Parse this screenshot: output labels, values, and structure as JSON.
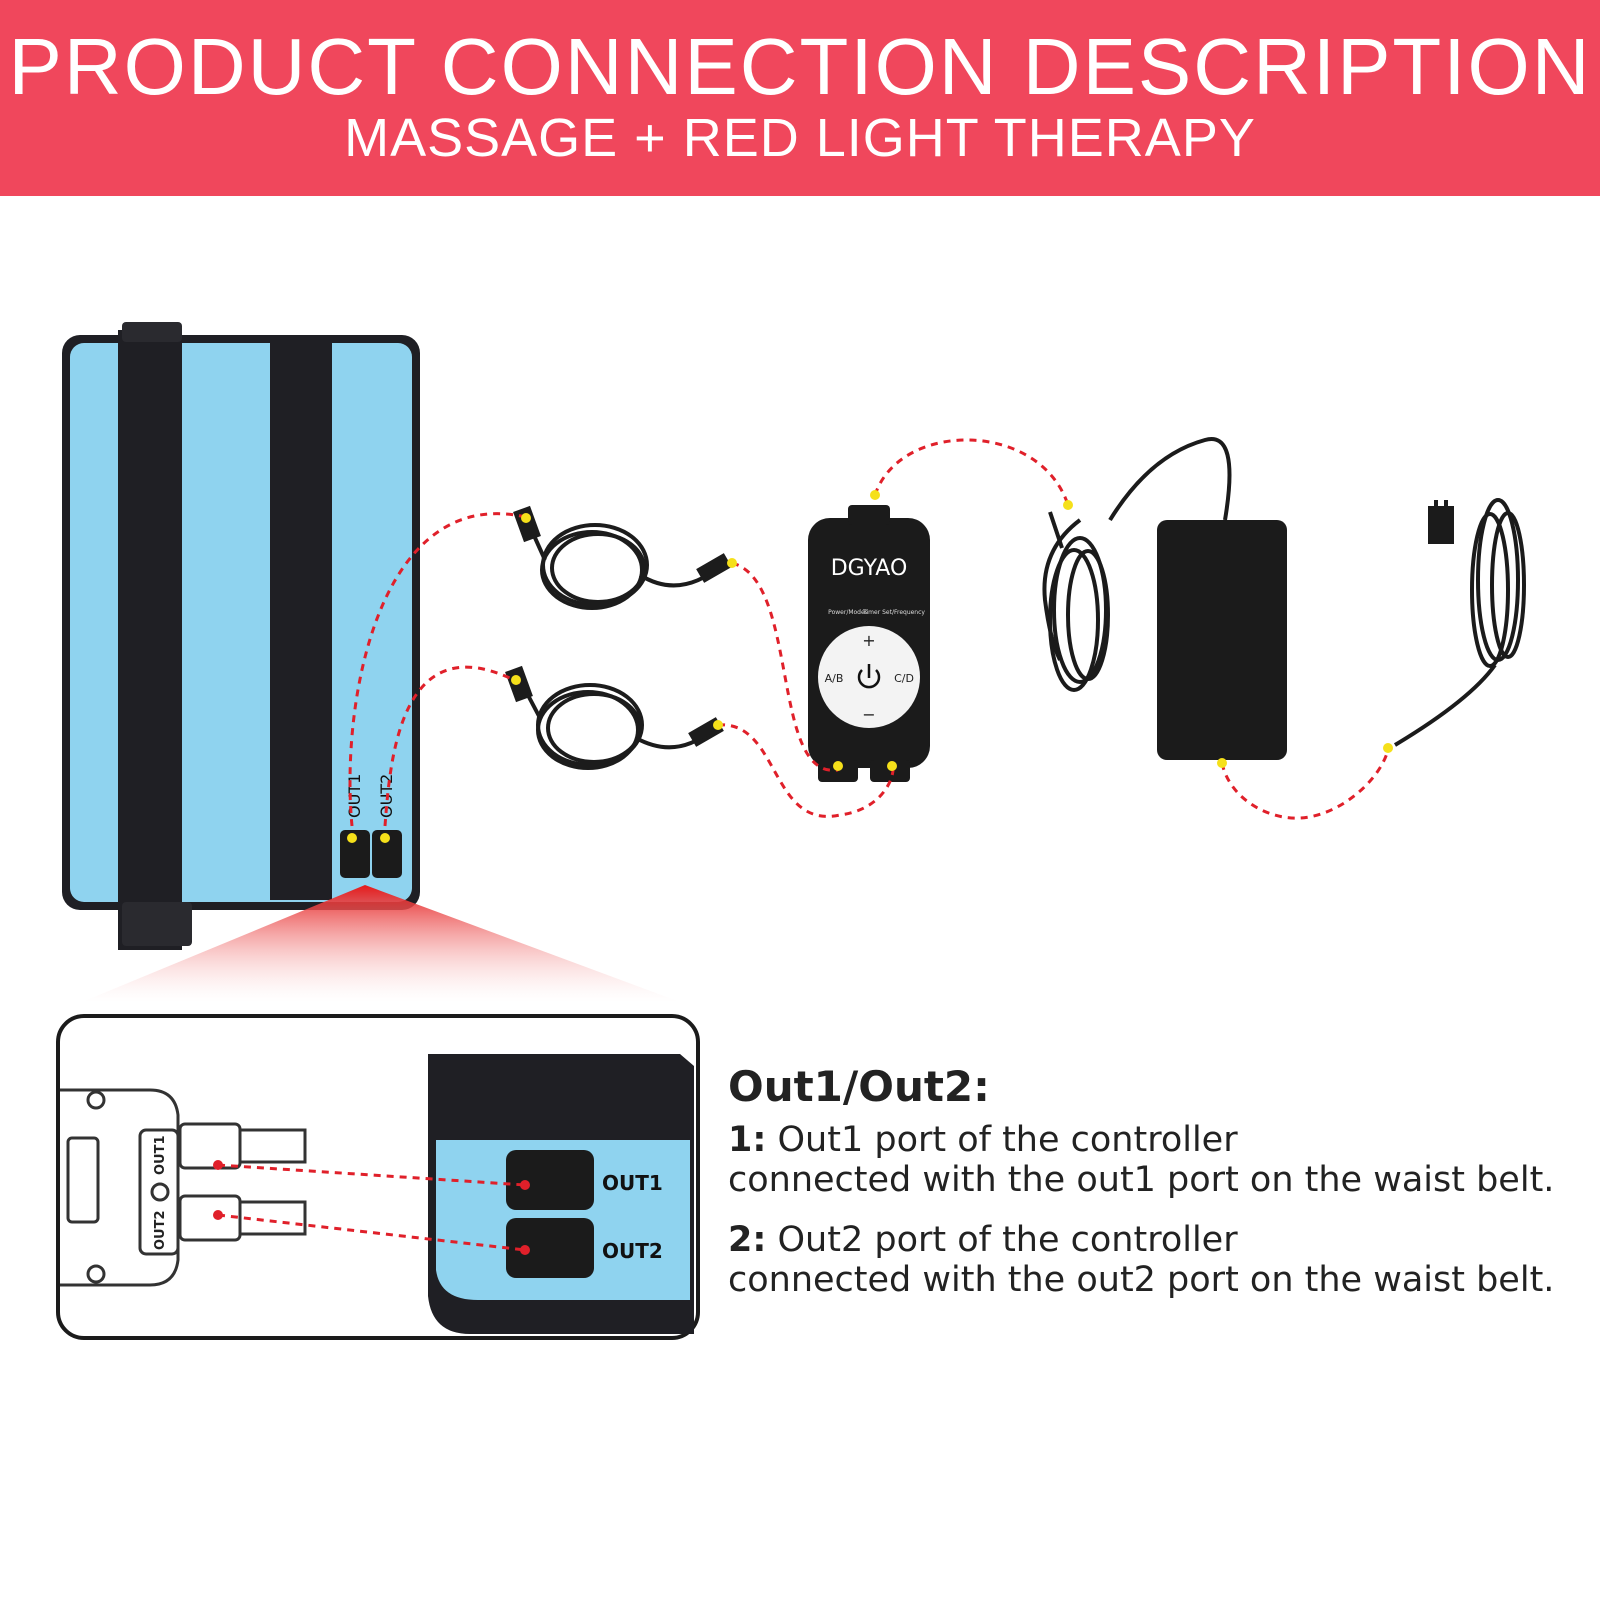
{
  "header": {
    "title": "PRODUCT CONNECTION DESCRIPTION",
    "subtitle": "MASSAGE + RED LIGHT THERAPY",
    "background_color": "#f0475c"
  },
  "belt": {
    "port1_label": "OUT1",
    "port2_label": "OUT2",
    "fabric_color": "#8fd3ef",
    "strap_color": "#1f1f24"
  },
  "controller": {
    "brand": "DGYAO",
    "label_left": "Power/Modes",
    "label_right": "Timer Set/Frequency",
    "button_plus": "+",
    "button_minus": "−",
    "button_left": "A/B",
    "button_right": "C/D",
    "power_icon": "power-icon"
  },
  "zoom_panel": {
    "controller_port1": "OUT1",
    "controller_port2": "OUT2",
    "belt_port1": "OUT1",
    "belt_port2": "OUT2"
  },
  "description": {
    "heading": "Out1/Out2:",
    "items": [
      {
        "num": "1:",
        "line1": "Out1 port of the controller",
        "line2": "connected with the out1 port on the waist belt."
      },
      {
        "num": "2:",
        "line1": "Out2 port of the controller",
        "line2": "connected with the out2 port on the waist belt."
      }
    ]
  },
  "colors": {
    "connection_line": "#e0202a",
    "connection_dot": "#f5e01a",
    "device_black": "#1b1b1b"
  }
}
